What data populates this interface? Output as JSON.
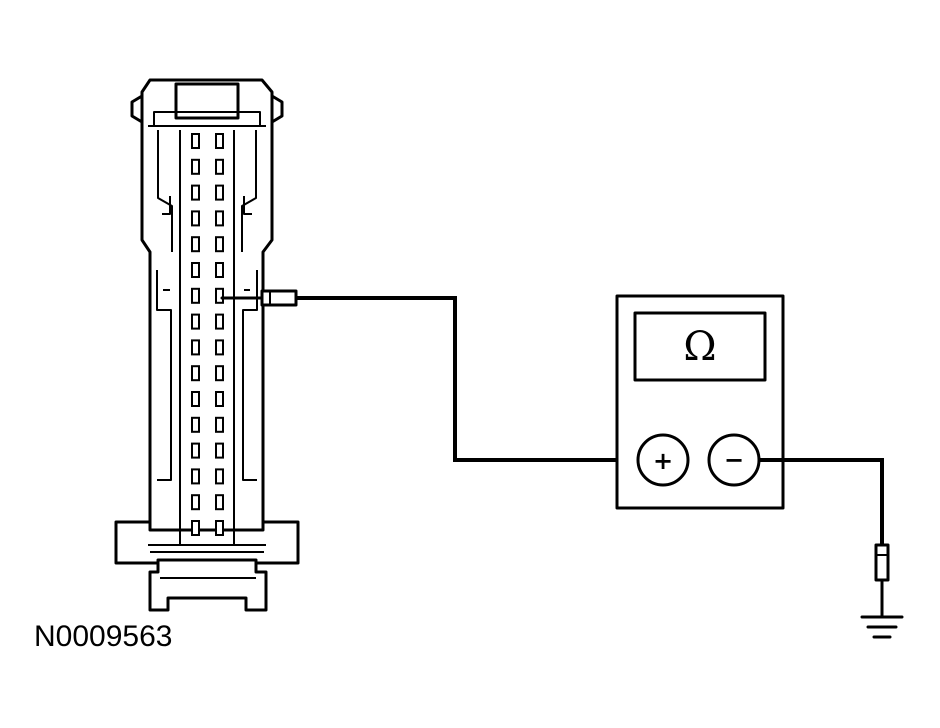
{
  "diagram": {
    "figure_id": "N0009563",
    "meter": {
      "display_symbol": "Ω",
      "positive_terminal": "+",
      "negative_terminal": "−"
    },
    "connector": {
      "pin_rows": 16,
      "pin_columns": 2,
      "probed_pin_row": 7,
      "probed_pin_column": 2
    }
  }
}
